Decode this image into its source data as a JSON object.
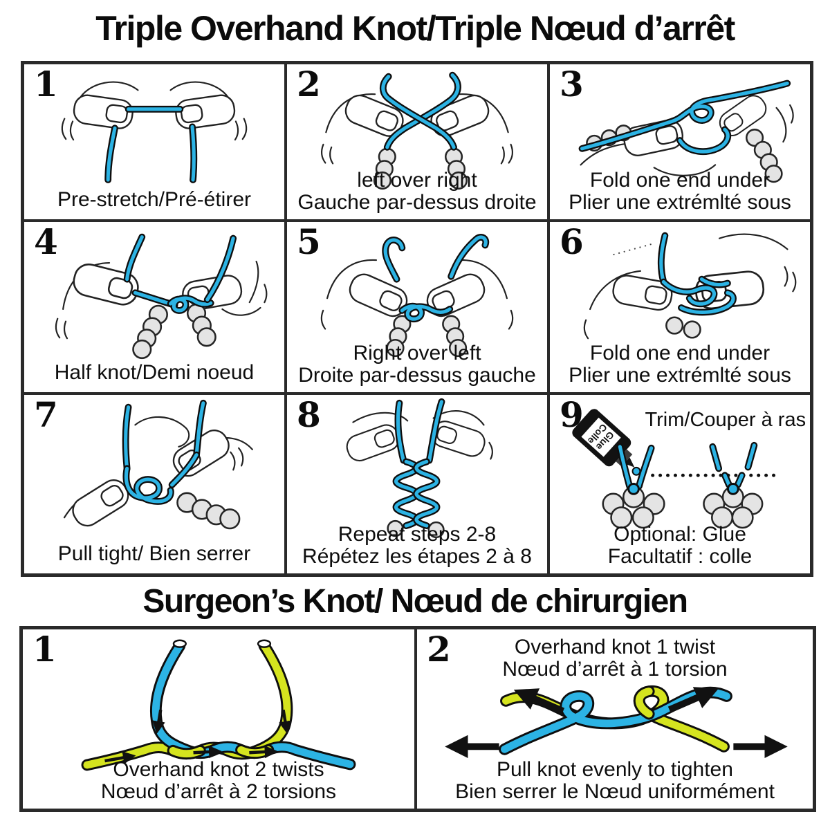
{
  "colors": {
    "cord_blue": "#2CB3E4",
    "cord_yellow": "#D5E41F",
    "ink": "#111111"
  },
  "titles": {
    "top": "Triple Overhand Knot/Triple Nœud d’arrêt",
    "bottom": "Surgeon’s Knot/ Nœud de chirurgien"
  },
  "triple_overhand": {
    "steps": [
      {
        "number": "1",
        "lines": [
          "Pre-stretch/Pré-étirer"
        ]
      },
      {
        "number": "2",
        "lines": [
          "left over right",
          "Gauche par-dessus droite"
        ]
      },
      {
        "number": "3",
        "lines": [
          "Fold one end under",
          "Plier une extrémlté sous"
        ]
      },
      {
        "number": "4",
        "lines": [
          "Half knot/Demi noeud"
        ]
      },
      {
        "number": "5",
        "lines": [
          "Right over left",
          "Droite par-dessus gauche"
        ]
      },
      {
        "number": "6",
        "lines": [
          "Fold one end under",
          "Plier une extrémlté sous"
        ]
      },
      {
        "number": "7",
        "lines": [
          "Pull tight/ Bien serrer"
        ]
      },
      {
        "number": "8",
        "lines": [
          "Repeat steps 2-8",
          "Répétez les étapes 2 à 8"
        ]
      },
      {
        "number": "9",
        "lines": [
          "Optional: Glue",
          "Facultatif : colle"
        ],
        "trim_label": "Trim/Couper à ras",
        "glue_bottle": {
          "line1": "Glue",
          "line2": "Colle"
        }
      }
    ]
  },
  "surgeons_knot": {
    "panels": [
      {
        "number": "1",
        "caption": [
          "Overhand knot 2 twists",
          "Nœud d’arrêt à 2 torsions"
        ]
      },
      {
        "number": "2",
        "caption_top": [
          "Overhand knot 1 twist",
          "Nœud d’arrêt à 1 torsion"
        ],
        "caption_bottom": [
          "Pull knot evenly to tighten",
          "Bien serrer le Nœud uniformément"
        ]
      }
    ]
  }
}
